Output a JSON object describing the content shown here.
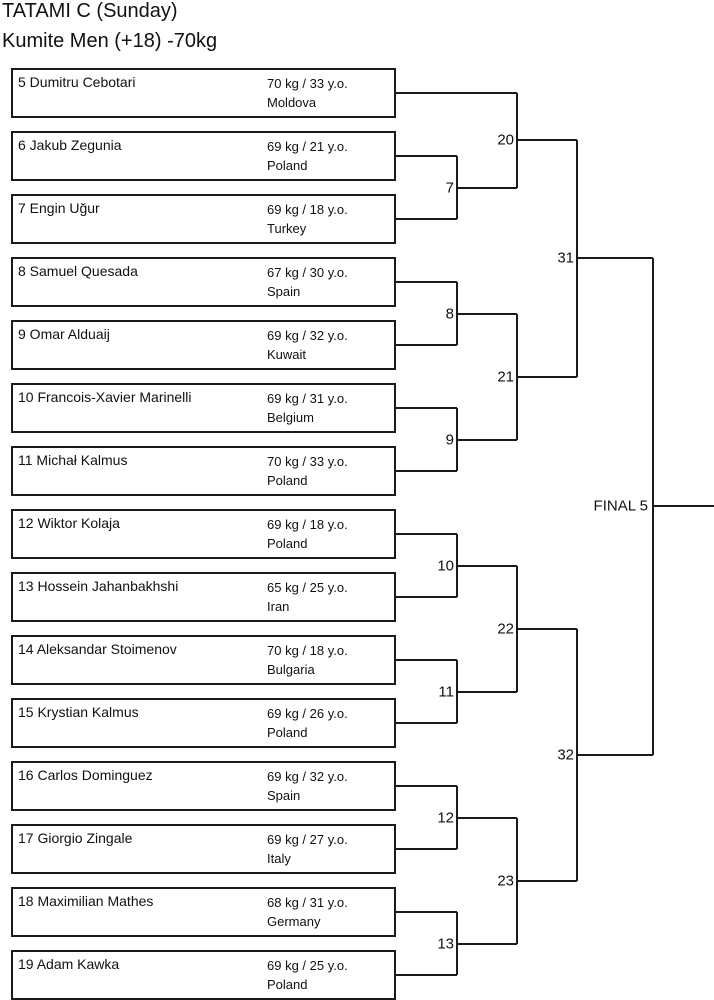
{
  "header": {
    "tatami": "TATAMI C (Sunday)",
    "category": "Kumite Men (+18) -70kg"
  },
  "bracket": {
    "type": "single-elimination",
    "final_label": "FINAL 5",
    "competitors": [
      {
        "seed": "5",
        "name": "5 Dumitru Cebotari",
        "weight": "70 kg / 33 y.o.",
        "country": "Moldova"
      },
      {
        "seed": "6",
        "name": "6 Jakub Zegunia",
        "weight": "69 kg / 21 y.o.",
        "country": "Poland"
      },
      {
        "seed": "7",
        "name": "7 Engin Uğur",
        "weight": "69 kg / 18 y.o.",
        "country": "Turkey"
      },
      {
        "seed": "8",
        "name": "8 Samuel Quesada",
        "weight": "67 kg / 30 y.o.",
        "country": "Spain"
      },
      {
        "seed": "9",
        "name": "9 Omar Alduaij",
        "weight": "69 kg / 32 y.o.",
        "country": "Kuwait"
      },
      {
        "seed": "10",
        "name": "10 Francois-Xavier Marinelli",
        "weight": "69 kg / 31 y.o.",
        "country": "Belgium"
      },
      {
        "seed": "11",
        "name": "11 Michał Kalmus",
        "weight": "70 kg / 33 y.o.",
        "country": "Poland"
      },
      {
        "seed": "12",
        "name": "12 Wiktor Kolaja",
        "weight": "69 kg / 18 y.o.",
        "country": "Poland"
      },
      {
        "seed": "13",
        "name": "13 Hossein Jahanbakhshi",
        "weight": "65 kg / 25 y.o.",
        "country": "Iran"
      },
      {
        "seed": "14",
        "name": "14 Aleksandar Stoimenov",
        "weight": "70 kg / 18 y.o.",
        "country": "Bulgaria"
      },
      {
        "seed": "15",
        "name": "15 Krystian Kalmus",
        "weight": "69 kg / 26 y.o.",
        "country": "Poland"
      },
      {
        "seed": "16",
        "name": "16 Carlos Dominguez",
        "weight": "69 kg / 32 y.o.",
        "country": "Spain"
      },
      {
        "seed": "17",
        "name": "17 Giorgio Zingale",
        "weight": "69 kg / 27 y.o.",
        "country": "Italy"
      },
      {
        "seed": "18",
        "name": "18 Maximilian Mathes",
        "weight": "68 kg / 31 y.o.",
        "country": "Germany"
      },
      {
        "seed": "19",
        "name": "19 Adam Kawka",
        "weight": "69 kg / 25 y.o.",
        "country": "Poland"
      }
    ],
    "matches_round1": [
      {
        "number": "7"
      },
      {
        "number": "8"
      },
      {
        "number": "9"
      },
      {
        "number": "10"
      },
      {
        "number": "11"
      },
      {
        "number": "12"
      },
      {
        "number": "13"
      }
    ],
    "matches_round2": [
      {
        "number": "20"
      },
      {
        "number": "21"
      },
      {
        "number": "22"
      },
      {
        "number": "23"
      }
    ],
    "matches_round3": [
      {
        "number": "31"
      },
      {
        "number": "32"
      }
    ]
  },
  "colors": {
    "line": "#1a1a1a",
    "text": "#111111",
    "background": "#ffffff"
  }
}
